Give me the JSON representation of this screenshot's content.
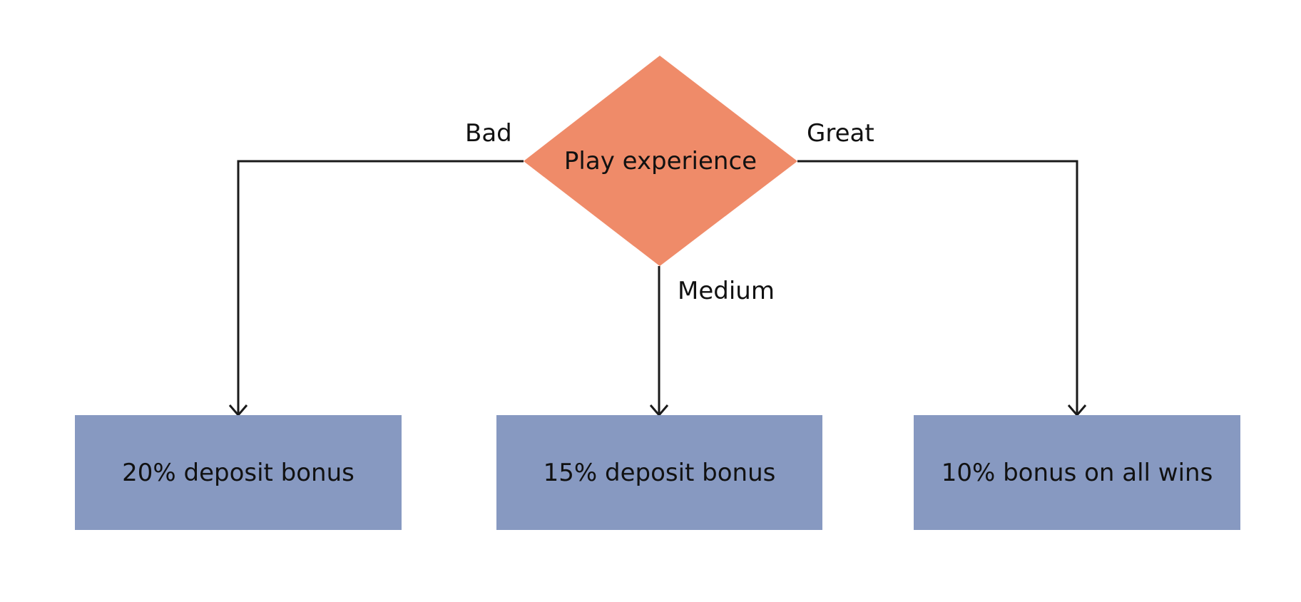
{
  "colors": {
    "decision_fill": "#EF8B69",
    "outcome_fill": "#8799C1",
    "line": "#1A1A1A",
    "text": "#111111",
    "background": "#FFFFFF"
  },
  "decision": {
    "label": "Play experience"
  },
  "branches": {
    "left": {
      "label": "Bad"
    },
    "middle": {
      "label": "Medium"
    },
    "right": {
      "label": "Great"
    }
  },
  "outcomes": {
    "left": {
      "label": "20% deposit bonus"
    },
    "middle": {
      "label": "15% deposit bonus"
    },
    "right": {
      "label": "10% bonus on all wins"
    }
  }
}
